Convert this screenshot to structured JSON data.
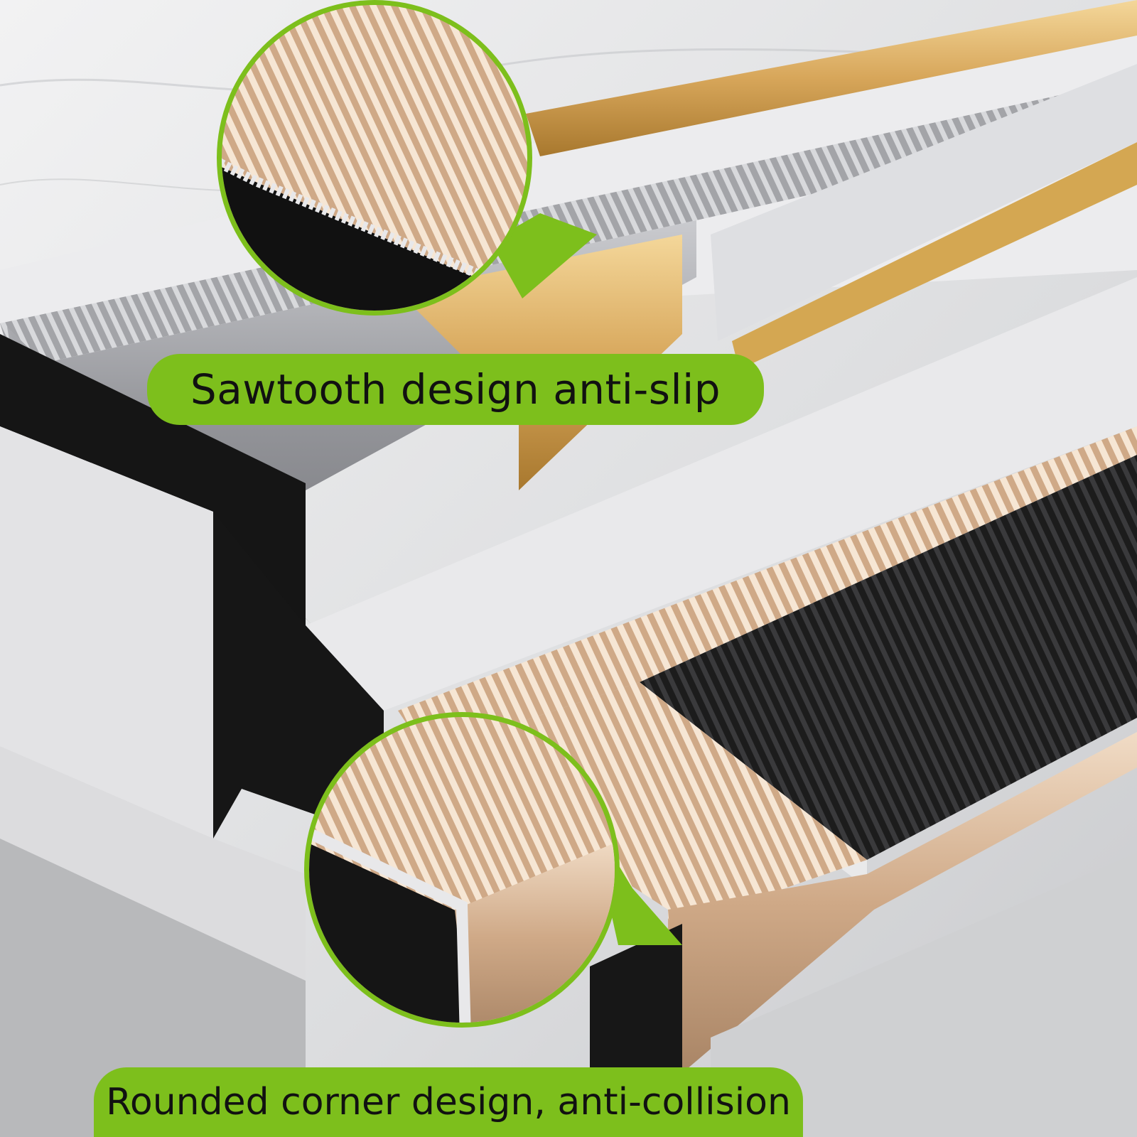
{
  "captions": {
    "top": "Sawtooth design anti-slip",
    "bottom": "Rounded corner design, anti-collision"
  },
  "colors": {
    "accent_green": "#7dbf1c",
    "silver_trim": "#9a9ba0",
    "gold_trim": "#d7a65a",
    "champagne_trim": "#cfa987",
    "black_trim": "#242424",
    "step_face": "#e6e6e8",
    "step_edge_black": "#141414"
  },
  "icons": [
    "magnifier-lens-sawtooth",
    "magnifier-lens-rounded-corner"
  ]
}
